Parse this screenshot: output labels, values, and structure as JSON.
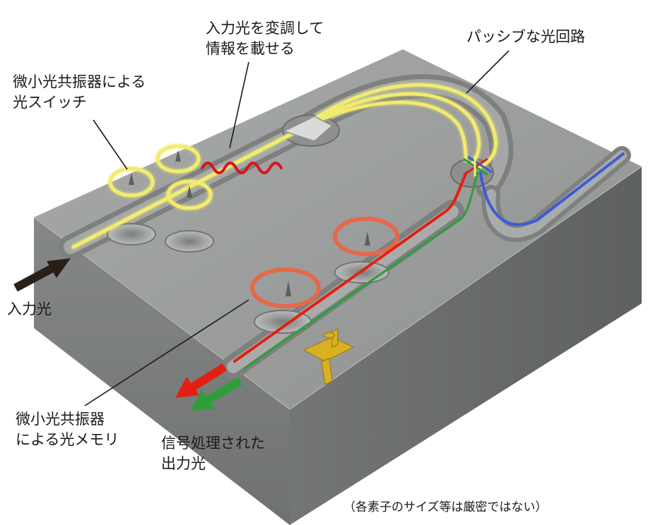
{
  "labels": {
    "modulate": [
      "入力光を変調して",
      "情報を載せる"
    ],
    "passive": [
      "パッシブな光回路"
    ],
    "switch": [
      "微小光共振器による",
      "光スイッチ"
    ],
    "input": [
      "入力光"
    ],
    "memory": [
      "微小光共振器",
      "による光メモリ"
    ],
    "output": [
      "信号処理された",
      "出力光"
    ],
    "note": "（各素子のサイズ等は厳密ではない）"
  },
  "colors": {
    "block_top": "#9a9d9b",
    "block_front": "#7c7f7d",
    "block_right": "#6c6f6d",
    "waveguide_yellow": "#f2ec6e",
    "modulation_red": "#d9141e",
    "memory_orange": "#e8674a",
    "signal_red": "#e21f12",
    "signal_green": "#2f9e3a",
    "passive_blue": "#3d5bd6",
    "gold": "#d9b021",
    "arrow_dark": "#2a1f18"
  }
}
